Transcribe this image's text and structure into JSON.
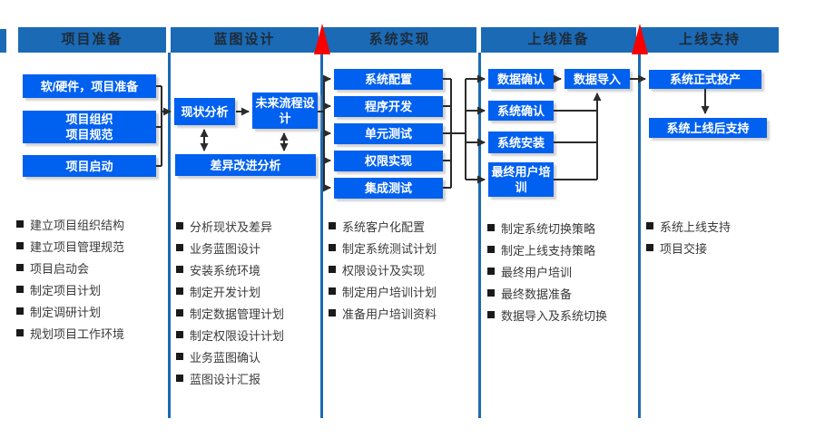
{
  "colors": {
    "header_blue": "#1B6AB5",
    "divider_blue": "#1B6AB5",
    "box_blue": "#0060EF",
    "box_text": "#FFFFFF",
    "header_text": "#1E2B38",
    "bullet_text": "#3A3A3A",
    "connector_dark": "#2B2B2B",
    "milestone_red": "#F80000"
  },
  "phases": [
    {
      "title": "项目准备",
      "bullets": [
        "建立项目组织结构",
        "建立项目管理规范",
        "项目启动会",
        "制定项目计划",
        "制定调研计划",
        "规划项目工作环境"
      ]
    },
    {
      "title": "蓝图设计",
      "bullets": [
        "分析现状及差异",
        "业务蓝图设计",
        "安装系统环境",
        "制定开发计划",
        "制定数据管理计划",
        "制定权限设计计划",
        "业务蓝图确认",
        "蓝图设计汇报"
      ]
    },
    {
      "title": "系统实现",
      "bullets": [
        "系统客户化配置",
        "制定系统测试计划",
        "权限设计及实现",
        "制定用户培训计划",
        "准备用户培训资料"
      ]
    },
    {
      "title": "上线准备",
      "bullets": [
        "制定系统切换策略",
        "制定上线支持策略",
        "最终用户培训",
        "最终数据准备",
        "数据导入及系统切换"
      ]
    },
    {
      "title": "上线支持",
      "bullets": [
        "系统上线支持",
        "项目交接"
      ]
    }
  ],
  "flow": {
    "phase1": {
      "box1": "软/硬件，项目准备",
      "box2_line1": "项目组织",
      "box2_line2": "项目规范",
      "box3": "项目启动"
    },
    "phase2": {
      "current_state": "现状分析",
      "future_process": "未来流程设计",
      "gap_analysis": "差异改进分析"
    },
    "phase3": {
      "boxes": [
        "系统配置",
        "程序开发",
        "单元测试",
        "权限实现",
        "集成测试"
      ]
    },
    "phase4": {
      "data_confirm": "数据确认",
      "data_import": "数据导入",
      "system_confirm": "系统确认",
      "system_install": "系统安装",
      "end_user_training": "最终用户培训"
    },
    "phase5": {
      "go_live": "系统正式投产",
      "post_support": "系统上线后支持"
    }
  }
}
